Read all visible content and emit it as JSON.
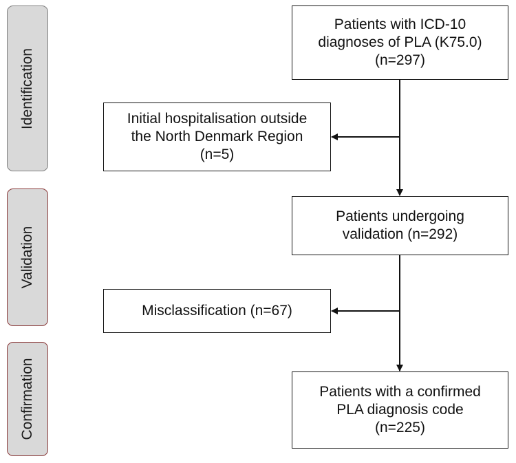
{
  "phases": {
    "identification": "Identification",
    "validation": "Validation",
    "confirmation": "Confirmation"
  },
  "boxes": {
    "icd10": "Patients with ICD-10\ndiagnoses of PLA (K75.0)\n(n=297)",
    "outside_region": "Initial hospitalisation outside\nthe North Denmark Region\n(n=5)",
    "validation": "Patients undergoing\nvalidation (n=292)",
    "misclassification": "Misclassification (n=67)",
    "confirmed": "Patients with a confirmed\nPLA diagnosis code\n(n=225)"
  },
  "colors": {
    "phase_fill": "#d9d9d9",
    "phase_border_grey": "#7f7f7f",
    "phase_border_red": "#8b3a3a",
    "line": "#111111"
  }
}
